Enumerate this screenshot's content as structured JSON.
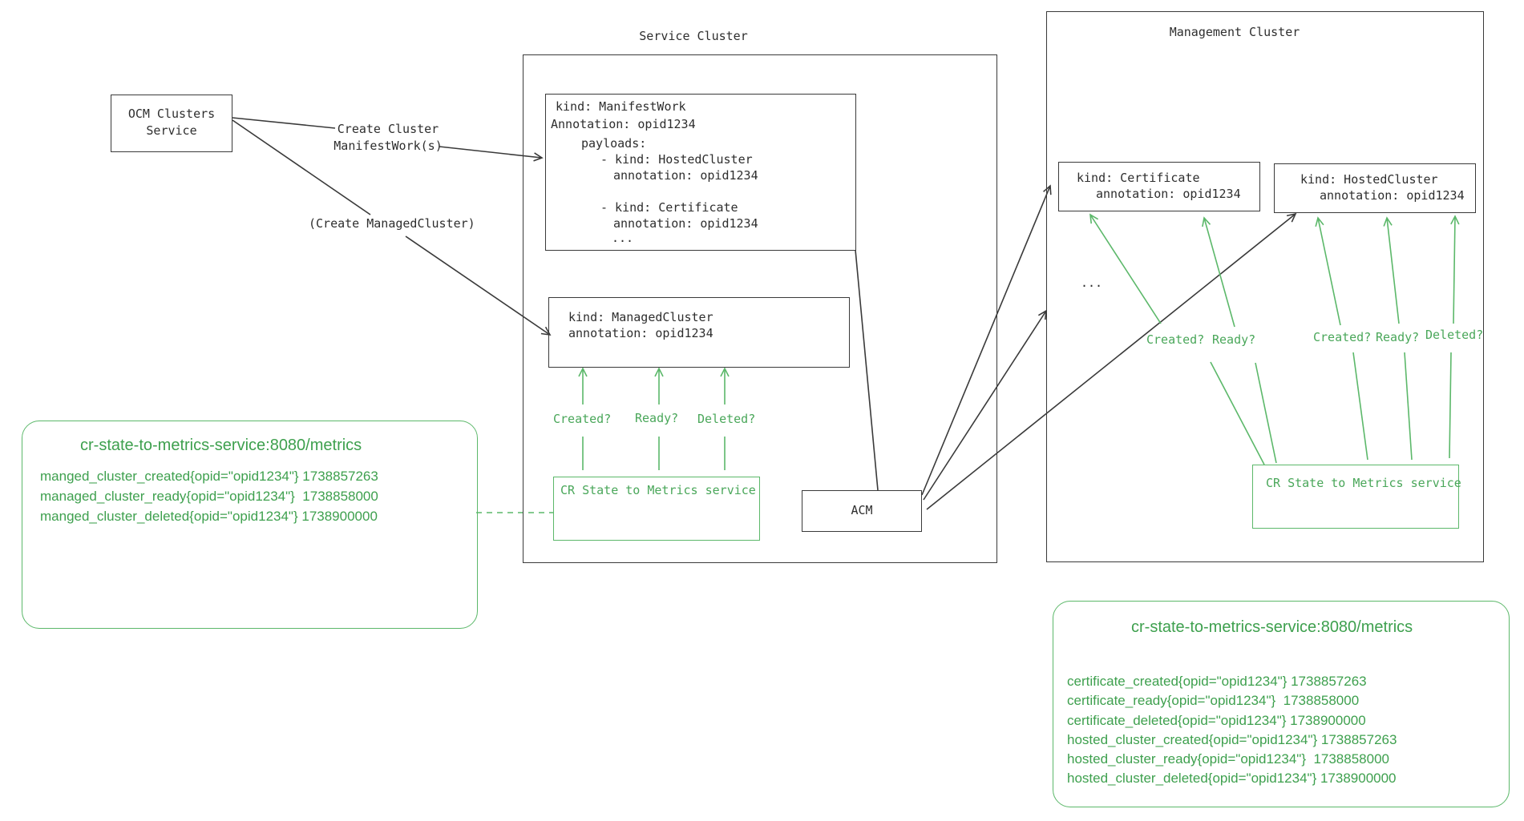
{
  "ocm_box": {
    "line1": "OCM Clusters",
    "line2": "Service"
  },
  "service_cluster": {
    "title": "Service Cluster",
    "manifestwork": {
      "lines": [
        "kind: ManifestWork",
        "Annotation: opid1234",
        "payloads:",
        "- kind: HostedCluster",
        "annotation: opid1234",
        "- kind: Certificate",
        "annotation: opid1234",
        "..."
      ]
    },
    "managedcluster": {
      "lines": [
        "kind: ManagedCluster",
        "annotation: opid1234"
      ]
    },
    "checks": [
      "Created?",
      "Ready?",
      "Deleted?"
    ],
    "cr_service": "CR State to Metrics service",
    "acm": "ACM"
  },
  "edge_labels": {
    "create_cluster": [
      "Create Cluster",
      "ManifestWork(s)"
    ],
    "create_managed": "(Create ManagedCluster)"
  },
  "management_cluster": {
    "title": "Management Cluster",
    "certificate": {
      "lines": [
        "kind: Certificate",
        "annotation: opid1234"
      ]
    },
    "hostedcluster": {
      "lines": [
        "kind: HostedCluster",
        "annotation: opid1234"
      ]
    },
    "ellipsis": "...",
    "cert_checks": [
      "Created?",
      "Ready?"
    ],
    "hosted_checks": [
      "Created?",
      "Ready?",
      "Deleted?"
    ],
    "cr_service": "CR State to Metrics service"
  },
  "left_metrics": {
    "title": "cr-state-to-metrics-service:8080/metrics",
    "lines": [
      "manged_cluster_created{opid=\"opid1234\"} 1738857263",
      "managed_cluster_ready{opid=\"opid1234\"}  1738858000",
      "manged_cluster_deleted{opid=\"opid1234\"} 1738900000"
    ]
  },
  "right_metrics": {
    "title": "cr-state-to-metrics-service:8080/metrics",
    "lines": [
      "certificate_created{opid=\"opid1234\"} 1738857263",
      "certificate_ready{opid=\"opid1234\"}  1738858000",
      "certificate_deleted{opid=\"opid1234\"} 1738900000",
      "hosted_cluster_created{opid=\"opid1234\"} 1738857263",
      "hosted_cluster_ready{opid=\"opid1234\"}  1738858000",
      "hosted_cluster_deleted{opid=\"opid1234\"} 1738900000"
    ]
  },
  "colors": {
    "ink": "#3a3a3a",
    "green": "#4aa75a"
  }
}
